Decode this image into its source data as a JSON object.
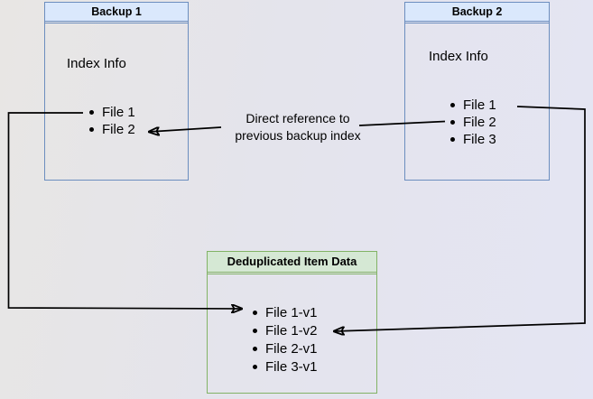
{
  "diagram": {
    "background_colors": {
      "left": "#e8e6e4",
      "right": "#e4e5f3"
    },
    "arrow_color": "#000000",
    "backup1": {
      "title": "Backup 1",
      "subtitle": "Index Info",
      "items": [
        "File 1",
        "File 2"
      ],
      "header_bg": "#dae8fc",
      "border_color": "#6c8ebf"
    },
    "backup2": {
      "title": "Backup 2",
      "subtitle": "Index Info",
      "items": [
        "File 1",
        "File 2",
        "File 3"
      ],
      "header_bg": "#dae8fc",
      "border_color": "#6c8ebf"
    },
    "dedup": {
      "title": "Deduplicated Item Data",
      "items": [
        "File 1-v1",
        "File 1-v2",
        "File 2-v1",
        "File 3-v1"
      ],
      "header_bg": "#d5e8d4",
      "border_color": "#82b366"
    },
    "labels": {
      "direct_reference": [
        "Direct reference to",
        "previous backup index"
      ]
    },
    "edges": [
      {
        "from": "Backup 1 / File 1",
        "to": "Deduplicated Item Data / File 1-v1",
        "label": ""
      },
      {
        "from": "Backup 2 / File 1",
        "to": "Deduplicated Item Data / File 1-v2",
        "label": ""
      },
      {
        "from": "Backup 2 / File 2",
        "to": "Backup 1 / File 2",
        "label": "Direct reference to previous backup index"
      }
    ]
  }
}
